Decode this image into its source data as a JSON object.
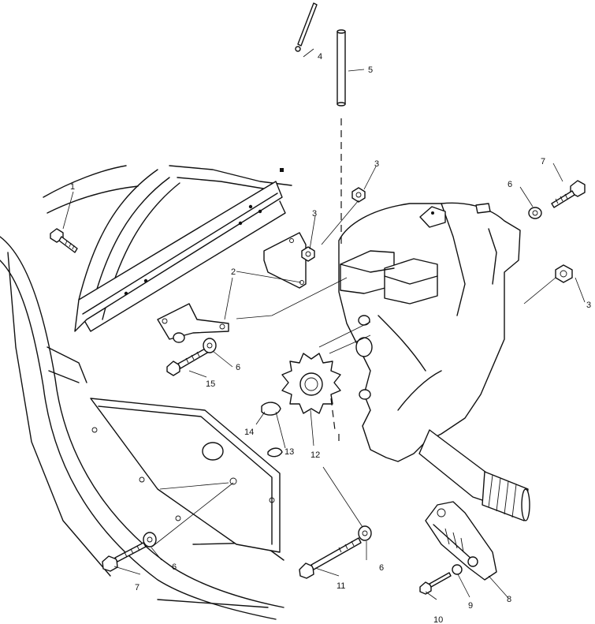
{
  "callouts": {
    "c1": "1",
    "c2": "2",
    "c3a": "3",
    "c3b": "3",
    "c3c": "3",
    "c4": "4",
    "c5": "5",
    "c6a": "6",
    "c6b": "6",
    "c6c": "6",
    "c6d": "6",
    "c7a": "7",
    "c7b": "7",
    "c8": "8",
    "c9": "9",
    "c10": "10",
    "c11": "11",
    "c12": "12",
    "c13": "13",
    "c14": "14",
    "c15": "15"
  }
}
